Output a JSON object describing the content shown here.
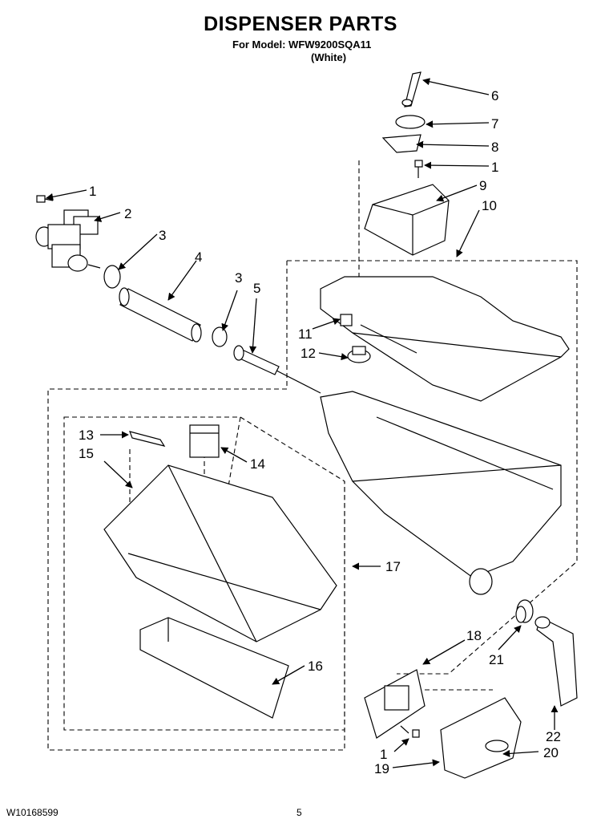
{
  "header": {
    "title": "DISPENSER PARTS",
    "model_line": "For Model: WFW9200SQA11",
    "color_line": "(White)"
  },
  "footer": {
    "doc_number": "W10168599",
    "page_number": "5"
  },
  "callouts": [
    "1",
    "2",
    "3",
    "4",
    "3",
    "5",
    "6",
    "7",
    "8",
    "1",
    "9",
    "10",
    "11",
    "12",
    "13",
    "14",
    "15",
    "16",
    "17",
    "18",
    "21",
    "22",
    "1",
    "20",
    "19"
  ]
}
